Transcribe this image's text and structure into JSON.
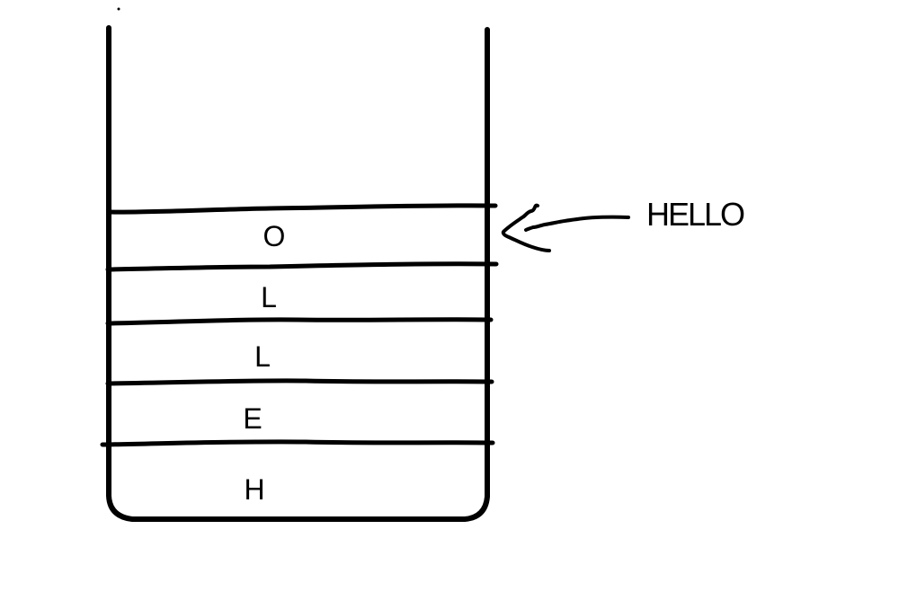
{
  "stack": {
    "cells_top_to_bottom": [
      {
        "letter": "O"
      },
      {
        "letter": "L"
      },
      {
        "letter": "L"
      },
      {
        "letter": "E"
      },
      {
        "letter": "H"
      }
    ]
  },
  "annotation": {
    "text": "HELLO"
  },
  "colors": {
    "ink": "#000000",
    "background": "#ffffff"
  }
}
